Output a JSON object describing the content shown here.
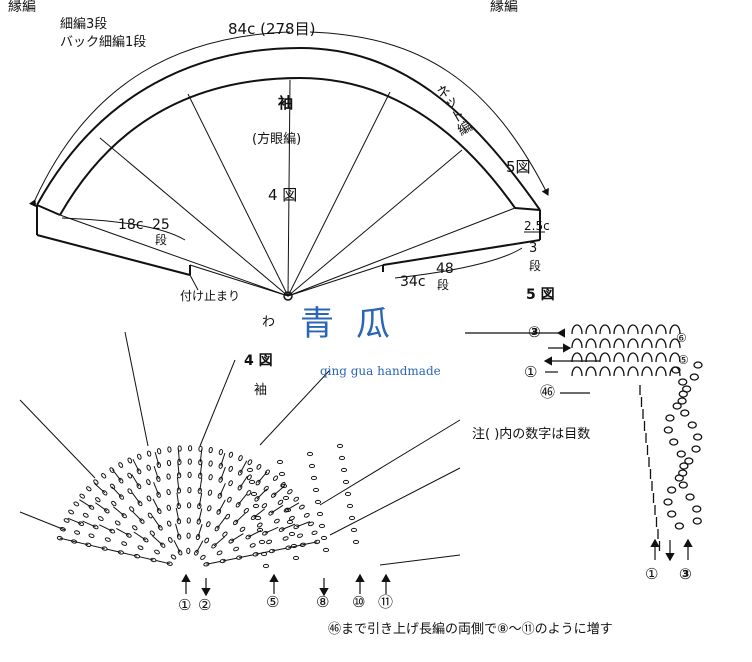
{
  "top": {
    "edge_label_left": "縁編",
    "edge_rows_1": "細編3段",
    "edge_rows_2": "バック細編1段",
    "arc_width": "84c (278目)",
    "edge_label_right": "縁編"
  },
  "sleeve": {
    "title": "袖",
    "stitch": "(方眼編)",
    "fig_ref": "4 図",
    "net_label": "ネット編",
    "fig5_ref": "5図",
    "left_len": "18c",
    "left_rows_num": "25",
    "left_rows_unit": "段",
    "attach_stop": "付け止まり",
    "right_len": "34c",
    "right_rows_num": "48",
    "right_rows_unit": "段",
    "border_w": "2.5c",
    "border_rows_num": "3",
    "border_rows_unit": "段",
    "center_mark": "わ"
  },
  "watermark": {
    "chars": "青瓜",
    "text": "qing gua handmade"
  },
  "fig4": {
    "title": "4 図",
    "subtitle": "袖",
    "row_labels": [
      "①",
      "②",
      "⑤",
      "⑧",
      "⑩",
      "⑪"
    ]
  },
  "fig5": {
    "title": "5 図",
    "label_3": "③",
    "label_1": "①",
    "label_46": "㊻",
    "label_6": "⑥",
    "label_5": "⑤",
    "bottom_1": "①",
    "bottom_3": "③"
  },
  "notes": {
    "note": "注( )内の数字は目数",
    "footer": "㊻まで引き上げ長編の両側で⑧～⑪のように増す"
  }
}
